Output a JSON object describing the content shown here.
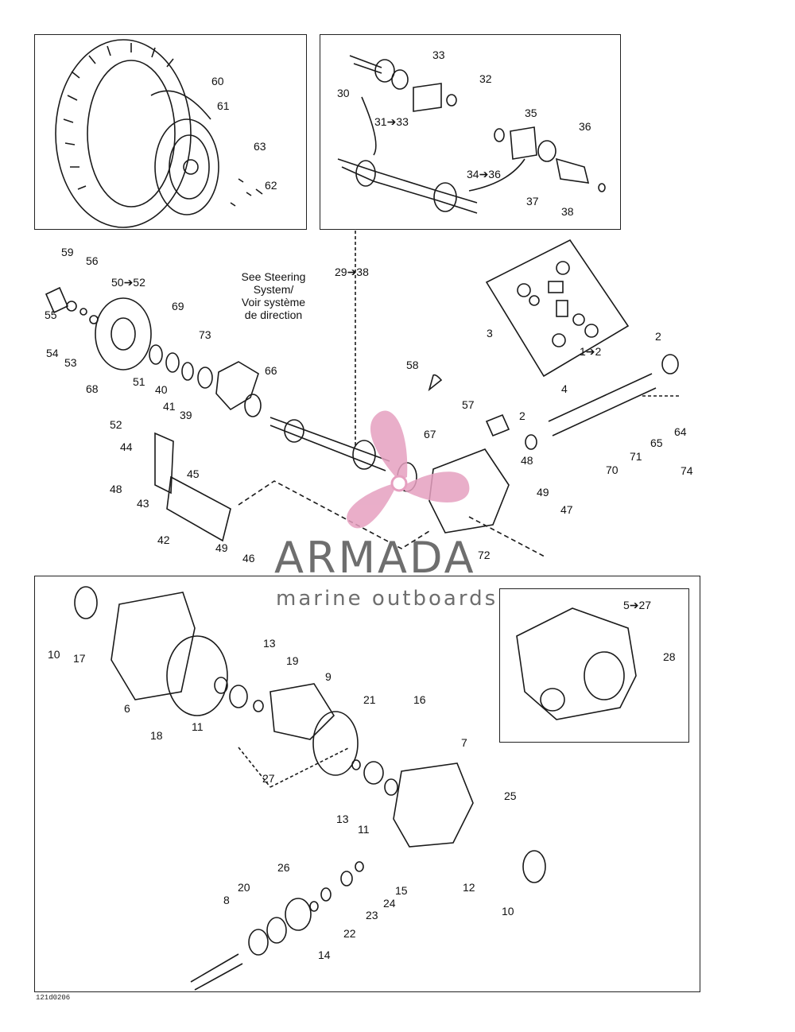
{
  "labels": {
    "n1_2": "1➔2",
    "n2a": "2",
    "n2b": "2",
    "n3": "3",
    "n4": "4",
    "n5_27": "5➔27",
    "n6": "6",
    "n7": "7",
    "n8": "8",
    "n9": "9",
    "n10a": "10",
    "n10b": "10",
    "n11a": "11",
    "n11b": "11",
    "n12": "12",
    "n13a": "13",
    "n13b": "13",
    "n14": "14",
    "n15": "15",
    "n16": "16",
    "n17": "17",
    "n18": "18",
    "n19": "19",
    "n20": "20",
    "n21": "21",
    "n22": "22",
    "n23": "23",
    "n24": "24",
    "n25": "25",
    "n26": "26",
    "n27": "27",
    "n28": "28",
    "n29_38": "29➔38",
    "n30": "30",
    "n31_33": "31➔33",
    "n32": "32",
    "n33": "33",
    "n34_36": "34➔36",
    "n35": "35",
    "n36": "36",
    "n37": "37",
    "n38": "38",
    "n39": "39",
    "n40": "40",
    "n41": "41",
    "n42": "42",
    "n43": "43",
    "n44": "44",
    "n45": "45",
    "n46": "46",
    "n47": "47",
    "n48a": "48",
    "n48b": "48",
    "n49a": "49",
    "n49b": "49",
    "n50_52": "50➔52",
    "n51": "51",
    "n52": "52",
    "n53": "53",
    "n54": "54",
    "n55": "55",
    "n56": "56",
    "n57": "57",
    "n58": "58",
    "n59": "59",
    "n60": "60",
    "n61": "61",
    "n62": "62",
    "n63": "63",
    "n64": "64",
    "n65": "65",
    "n66": "66",
    "n67": "67",
    "n68": "68",
    "n69": "69",
    "n70": "70",
    "n71": "71",
    "n72": "72",
    "n73": "73",
    "n74": "74"
  },
  "note": {
    "line1": "See Steering",
    "line2": "System/",
    "line3": "Voir système",
    "line4": "de direction"
  },
  "drawing_code": "121d0206",
  "watermark": {
    "name": "ARMADA",
    "tagline": "marine outboards",
    "logo_icon": "propeller-icon",
    "logo_color": "#e6a0c0",
    "text_color": "#6e6e6e"
  }
}
